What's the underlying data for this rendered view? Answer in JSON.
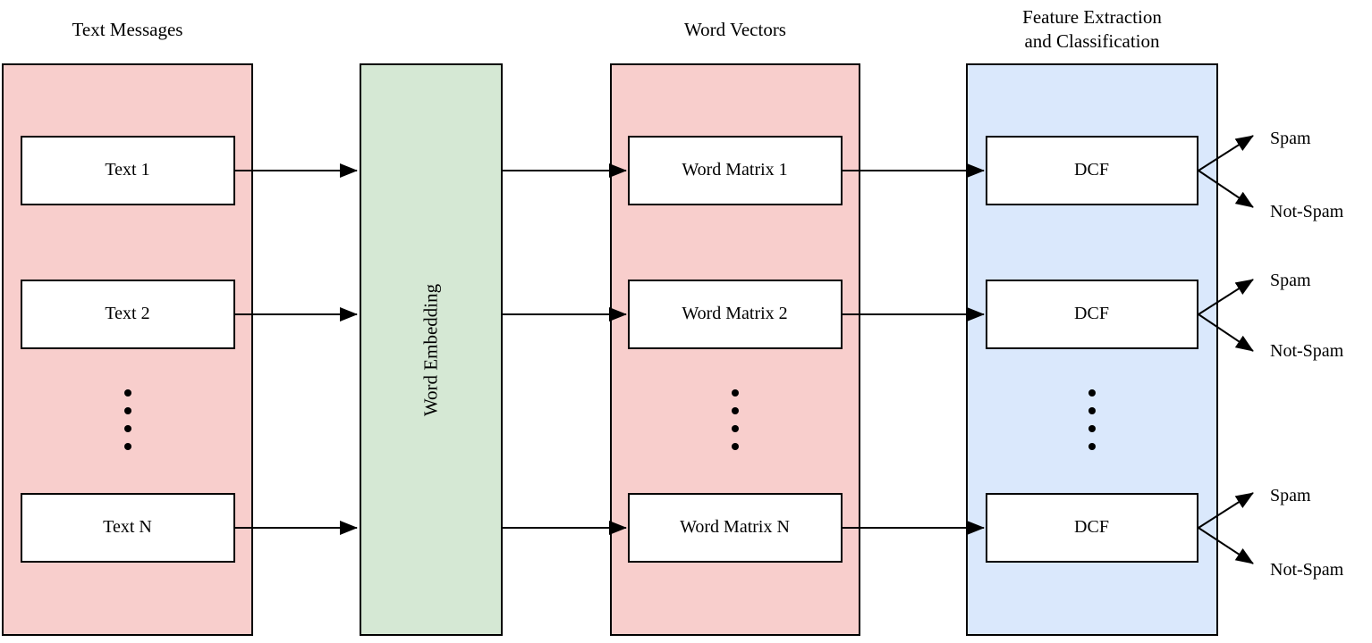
{
  "colors": {
    "pink": "#f8cecc",
    "green": "#d5e8d4",
    "blue": "#dae8fc",
    "stroke": "#000000",
    "box": "#ffffff"
  },
  "titles": {
    "text_messages": "Text Messages",
    "word_vectors": "Word Vectors",
    "classification_line1": "Feature Extraction",
    "classification_line2": "and Classification"
  },
  "word_embedding": {
    "label": "Word Embedding"
  },
  "text_boxes": [
    {
      "label": "Text 1"
    },
    {
      "label": "Text 2"
    },
    {
      "label": "Text N"
    }
  ],
  "word_matrix_boxes": [
    {
      "label": "Word Matrix 1"
    },
    {
      "label": "Word Matrix 2"
    },
    {
      "label": "Word Matrix N"
    }
  ],
  "dcf_boxes": [
    {
      "label": "DCF"
    },
    {
      "label": "DCF"
    },
    {
      "label": "DCF"
    }
  ],
  "outputs": [
    {
      "spam": "Spam",
      "not_spam": "Not-Spam"
    },
    {
      "spam": "Spam",
      "not_spam": "Not-Spam"
    },
    {
      "spam": "Spam",
      "not_spam": "Not-Spam"
    }
  ]
}
